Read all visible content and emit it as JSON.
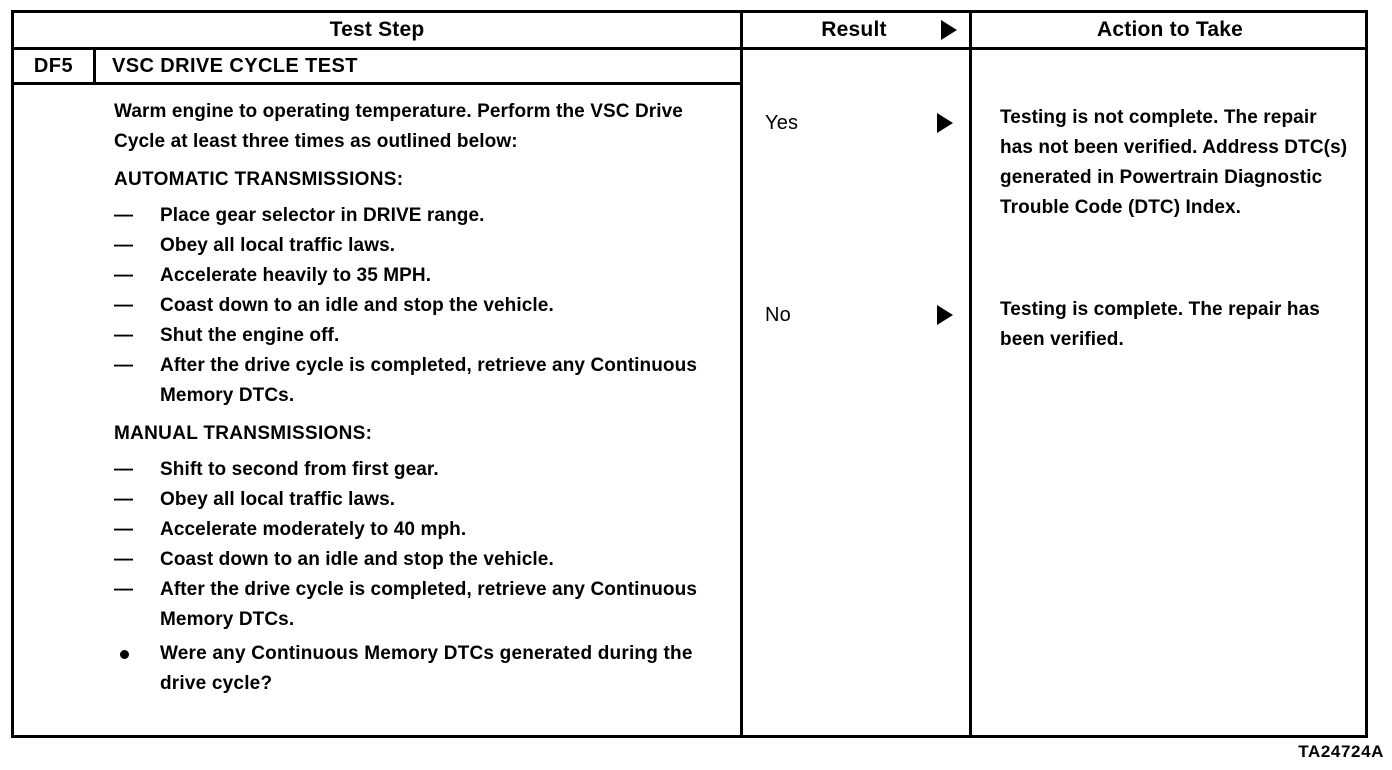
{
  "table": {
    "headers": {
      "test_step": "Test Step",
      "result": "Result",
      "action": "Action to Take",
      "result_arrow_icon": "right-triangle-icon"
    },
    "step": {
      "code": "DF5",
      "title": "VSC DRIVE CYCLE TEST",
      "intro": "Warm engine to operating temperature. Perform the VSC Drive Cycle at least three times as outlined below:",
      "sections": [
        {
          "heading": "AUTOMATIC TRANSMISSIONS:",
          "marker": "dash",
          "items": [
            "Place gear selector in DRIVE range.",
            "Obey all local traffic laws.",
            "Accelerate heavily to 35 MPH.",
            "Coast down to an idle and stop the vehicle.",
            "Shut the engine off.",
            "After the drive cycle is completed, retrieve any Continuous Memory DTCs."
          ]
        },
        {
          "heading": "MANUAL TRANSMISSIONS:",
          "marker": "dash",
          "items": [
            "Shift to second from first gear.",
            "Obey all local traffic laws.",
            "Accelerate moderately to 40 mph.",
            "Coast down to an idle and stop the vehicle.",
            "After the drive cycle is completed, retrieve any Continuous Memory DTCs."
          ]
        }
      ],
      "question": "Were any Continuous Memory DTCs generated during the drive cycle?"
    },
    "rows": [
      {
        "result": "Yes",
        "arrow_icon": "right-triangle-icon",
        "action": "Testing is not complete. The repair has not been verified. Address DTC(s) generated in Powertrain Diagnostic Trouble Code (DTC) Index."
      },
      {
        "result": "No",
        "arrow_icon": "right-triangle-icon",
        "action": "Testing is complete. The repair has been verified."
      }
    ]
  },
  "figure_code": "TA24724A"
}
